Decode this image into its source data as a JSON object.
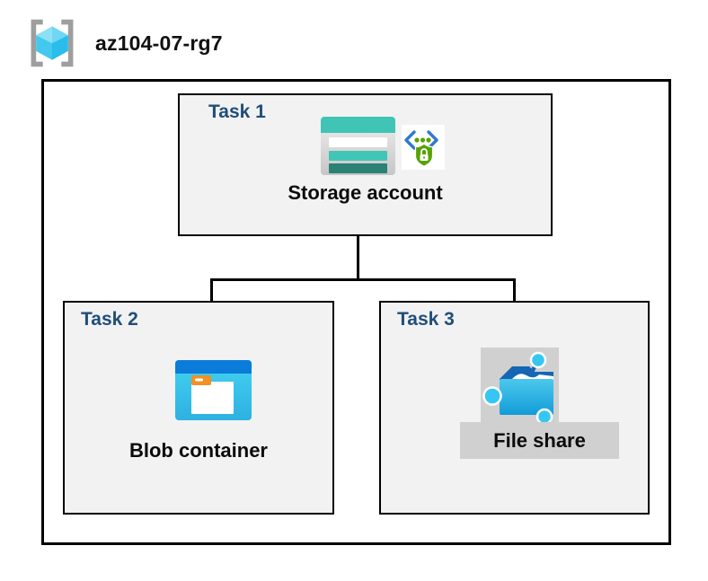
{
  "header": {
    "resource_group_name": "az104-07-rg7",
    "resource_group_icon": "azure-resource-group-icon"
  },
  "diagram": {
    "task1": {
      "label": "Task 1",
      "item": "Storage account",
      "icons": [
        "storage-account-icon",
        "sas-shield-lock-icon"
      ]
    },
    "task2": {
      "label": "Task 2",
      "item": "Blob container",
      "icons": [
        "blob-container-icon"
      ]
    },
    "task3": {
      "label": "Task 3",
      "item": "File share",
      "icons": [
        "file-share-icon"
      ],
      "highlighted": true
    },
    "connections": [
      {
        "from": "storage-account",
        "to": "blob-container"
      },
      {
        "from": "storage-account",
        "to": "file-share"
      }
    ]
  },
  "colors": {
    "task_label": "#1f4e79",
    "box_background": "#f2f2f2",
    "box_border": "#000000",
    "highlight_gray": "#d0d0d0",
    "storage_teal": "#3fc4b5",
    "storage_teal_dark": "#2a8174",
    "blob_bar_blue": "#0b7cd9",
    "blob_cyan_top": "#44d2f2",
    "blob_cyan_bottom": "#2db1e1",
    "folder_tab_orange": "#f29022",
    "share_dark_blue": "#1566b4",
    "share_node_cyan": "#35c7f2",
    "sas_green": "#57a300",
    "sas_bracket_blue": "#2e79d1",
    "cube_cyan_light": "#8ce0f6",
    "cube_cyan_mid": "#45c8ee",
    "cube_cyan_dark": "#29bdeb",
    "bracket_gray": "#9e9e9e"
  }
}
